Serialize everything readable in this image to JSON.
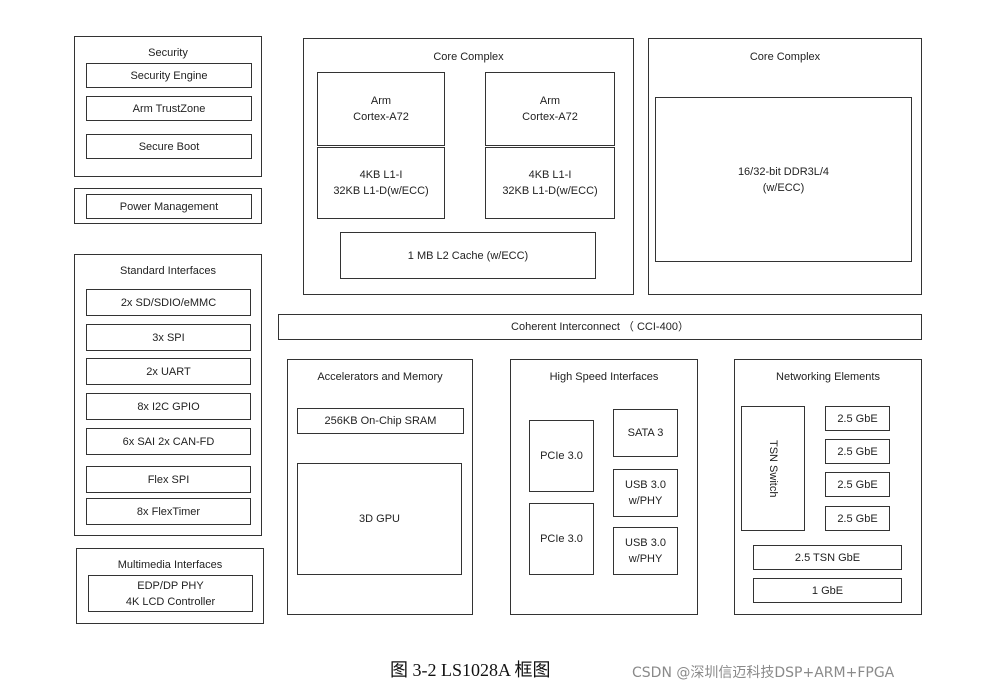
{
  "security": {
    "title": "Security",
    "items": [
      "Security Engine",
      "Arm TrustZone",
      "Secure Boot"
    ]
  },
  "power": {
    "label": "Power Management"
  },
  "standard": {
    "title": "Standard Interfaces",
    "items": [
      "2x SD/SDIO/eMMC",
      "3x SPI",
      "2x UART",
      "8x I2C GPIO",
      "6x SAI 2x CAN-FD",
      "Flex SPI",
      "8x FlexTimer"
    ]
  },
  "multimedia": {
    "title": "Multimedia Interfaces",
    "item": "EDP/DP PHY\n4K LCD Controller"
  },
  "core_left": {
    "title": "Core Complex",
    "cpu_a": "Arm\nCortex-A72",
    "cpu_b": "Arm\nCortex-A72",
    "cache_a": "4KB L1-I\n32KB L1-D(w/ECC)",
    "cache_b": "4KB L1-I\n32KB L1-D(w/ECC)",
    "l2": "1 MB L2 Cache (w/ECC)"
  },
  "core_right": {
    "title": "Core Complex",
    "ddr": "16/32-bit DDR3L/4\n(w/ECC)"
  },
  "interconnect": {
    "label": "Coherent Interconnect （ CCI-400）"
  },
  "accel": {
    "title": "Accelerators and Memory",
    "sram": "256KB On-Chip SRAM",
    "gpu": "3D GPU"
  },
  "highspeed": {
    "title": "High Speed Interfaces",
    "pcie_a": "PCIe 3.0",
    "pcie_b": "PCIe 3.0",
    "sata": "SATA 3",
    "usb_a": "USB 3.0\nw/PHY",
    "usb_b": "USB 3.0\nw/PHY"
  },
  "networking": {
    "title": "Networking Elements",
    "tsn_switch": "TSN Switch",
    "gbe": [
      "2.5 GbE",
      "2.5 GbE",
      "2.5 GbE",
      "2.5 GbE"
    ],
    "tsn_gbe": "2.5  TSN  GbE",
    "one_gbe": "1 GbE"
  },
  "caption": "图 3-2 LS1028A 框图",
  "watermark": "CSDN @深圳信迈科技DSP+ARM+FPGA"
}
